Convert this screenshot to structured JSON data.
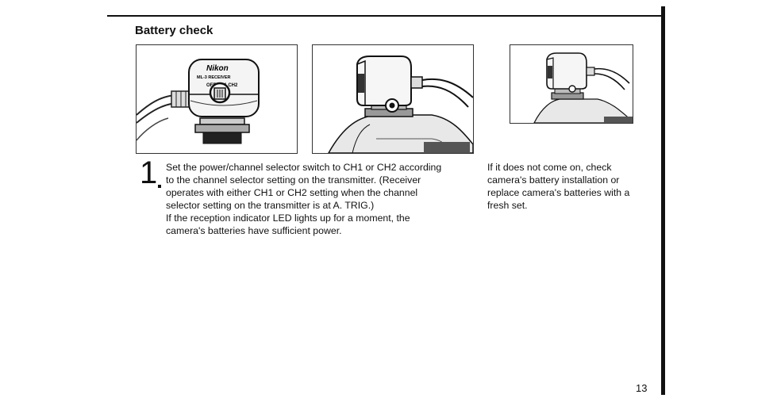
{
  "section": {
    "title": "Battery check"
  },
  "step": {
    "number": "1",
    "lines": [
      "Set the power/channel selector switch to CH1 or CH2 according",
      "to the channel selector setting on the transmitter. (Receiver",
      "operates with either CH1 or CH2 setting when the channel",
      "selector setting on the transmitter is at A. TRIG.)",
      "If the reception indicator LED lights up for a moment, the",
      "camera's batteries have sufficient power."
    ]
  },
  "note": {
    "lines": [
      "If it does not come on, check",
      "camera's battery installation or",
      "replace camera's batteries with a",
      "fresh set."
    ]
  },
  "figure1": {
    "brand": "Nikon",
    "model": "ML-3 RECEIVER",
    "switch_labels": "OFF CH1 CH2"
  },
  "page": {
    "number": "13"
  }
}
